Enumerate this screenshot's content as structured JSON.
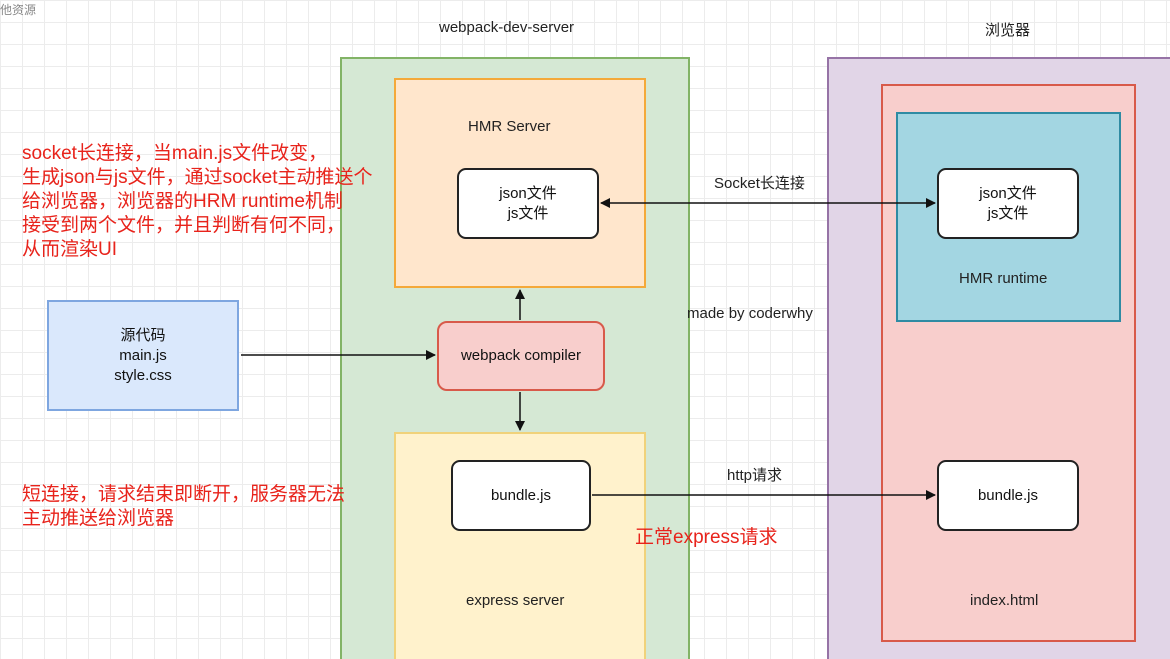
{
  "watermark": "他资源",
  "groups": {
    "webpack_dev_server": "webpack-dev-server",
    "browser": "浏览器"
  },
  "boxes": {
    "hmr_server": "HMR Server",
    "express_server": "express server",
    "hmr_runtime": "HMR runtime",
    "index_html": "index.html",
    "webpack_compiler": "webpack compiler",
    "source_code": [
      "源代码",
      "main.js",
      "style.css"
    ],
    "server_files": [
      "json文件",
      "js文件"
    ],
    "runtime_files": [
      "json文件",
      "js文件"
    ],
    "server_bundle": "bundle.js",
    "browser_bundle": "bundle.js"
  },
  "edge_labels": {
    "socket": "Socket长连接",
    "http": "http请求",
    "credit": "made by coderwhy"
  },
  "notes": {
    "socket_note": [
      "socket长连接，当main.js文件改变，",
      "生成json与js文件，通过socket主动推送个",
      "给浏览器，浏览器的HRM runtime机制",
      "接受到两个文件，并且判断有何不同，",
      "从而渲染UI"
    ],
    "short_conn_note": [
      "短连接，请求结束即断开，服务器无法",
      "主动推送给浏览器"
    ],
    "express_note": "正常express请求"
  },
  "colors": {
    "note_red": "#e8231b",
    "dev_server_fill": "#d5e8d4",
    "browser_fill": "#e1d5e7",
    "hmr_server_fill": "#ffe6cc",
    "express_fill": "#fff2cc",
    "index_fill": "#f8cecc",
    "runtime_fill": "#a3d6e2",
    "source_fill": "#dae8fc"
  }
}
